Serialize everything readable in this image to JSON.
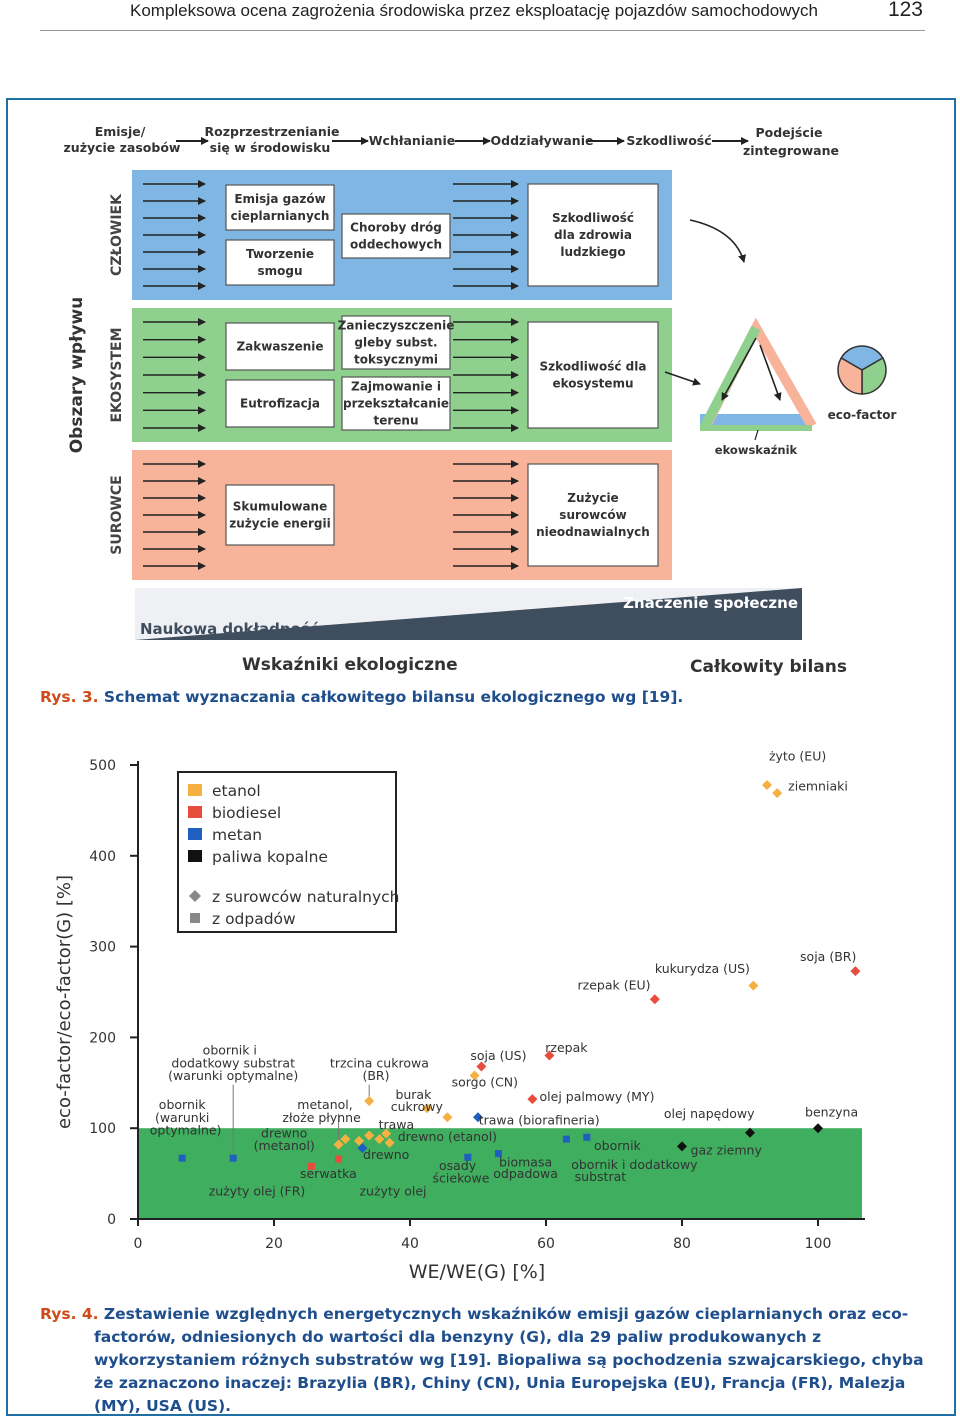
{
  "header": {
    "running_title": "Kompleksowa ocena zagrożenia środowiska przez eksploatację pojazdów samochodowych",
    "page_number": "123"
  },
  "figure3": {
    "flow": [
      "Emisje/",
      "zużycie zasobów",
      "Rozprzestrzenianie",
      "się w środowisku",
      "Wchłanianie",
      "Oddziaływanie",
      "Szkodliwość",
      "Podejście",
      "zintegrowane"
    ],
    "axis_title": "Obszary wpływu",
    "bands": [
      {
        "name": "CZŁOWIEK",
        "color": "#7fb6e3",
        "boxes1": [
          [
            "Emisja gazów",
            "cieplarnianych"
          ],
          [
            "Tworzenie",
            "smogu"
          ]
        ],
        "boxes2": [
          [
            "Choroby dróg",
            "oddechowych"
          ]
        ],
        "result": [
          "Szkodliwość",
          "dla zdrowia",
          "ludzkiego"
        ]
      },
      {
        "name": "EKOSYSTEM",
        "color": "#8fd08f",
        "boxes1": [
          [
            "Zakwaszenie"
          ],
          [
            "Eutrofizacja"
          ]
        ],
        "boxes2": [
          [
            "Zanieczyszczenie",
            "gleby subst.",
            "toksycznymi"
          ],
          [
            "Zajmowanie i",
            "przekształcanie",
            "terenu"
          ]
        ],
        "result": [
          "Szkodliwość dla",
          "ekosystemu"
        ]
      },
      {
        "name": "SUROWCE",
        "color": "#f7b49a",
        "boxes1": [
          [
            "Skumulowane",
            "zużycie energii"
          ]
        ],
        "boxes2": [],
        "result": [
          "Zużycie",
          "surowców",
          "nieodnawialnych"
        ]
      }
    ],
    "triangle_label": "ekowskaźnik",
    "pie_label": "eco-factor",
    "pie_colors": [
      "#7fb6e3",
      "#8fd08f",
      "#f7b49a"
    ],
    "bar_left": "Naukowa dokładność",
    "bar_right": "Znaczenie społeczne",
    "bottom_left": "Wskaźniki ekologiczne",
    "bottom_right": "Całkowity bilans"
  },
  "caption3": {
    "label": "Rys. 3.",
    "text": " Schemat wyznaczania całkowitego bilansu ekologicznego wg [19]."
  },
  "chart_data": {
    "type": "scatter",
    "xlabel": "WE/WE(G) [%]",
    "ylabel": "eco-factor/eco-factor(G) [%]",
    "xlim": [
      0,
      100
    ],
    "ylim": [
      0,
      500
    ],
    "xticks": [
      "0",
      "20",
      "40",
      "60",
      "80",
      "100"
    ],
    "yticks": [
      "0",
      "100",
      "200",
      "300",
      "400",
      "500"
    ],
    "shaded_region_ymax": 100,
    "shaded_color": "#3fae5f",
    "legend": {
      "fuels": [
        {
          "label": "etanol",
          "color": "#f5b041"
        },
        {
          "label": "biodiesel",
          "color": "#e74c3c"
        },
        {
          "label": "metan",
          "color": "#1f5fbf"
        },
        {
          "label": "paliwa kopalne",
          "color": "#111111"
        }
      ],
      "origins": [
        {
          "label": "z surowców naturalnych",
          "shape": "diamond",
          "color": "#888888"
        },
        {
          "label": "z odpadów",
          "shape": "square",
          "color": "#888888"
        }
      ]
    },
    "points": [
      {
        "x": 6.5,
        "y": 67,
        "color": "#1f5fbf",
        "shape": "square"
      },
      {
        "x": 14,
        "y": 67,
        "color": "#1f5fbf",
        "shape": "square"
      },
      {
        "x": 25.5,
        "y": 58,
        "color": "#e74c3c",
        "shape": "square"
      },
      {
        "x": 29.5,
        "y": 66,
        "color": "#e74c3c",
        "shape": "square"
      },
      {
        "x": 29.5,
        "y": 82,
        "color": "#f5b041",
        "shape": "diamond"
      },
      {
        "x": 30.5,
        "y": 88,
        "color": "#f5b041",
        "shape": "diamond"
      },
      {
        "x": 32.5,
        "y": 86,
        "color": "#f5b041",
        "shape": "diamond"
      },
      {
        "x": 33,
        "y": 78,
        "color": "#1f5fbf",
        "shape": "diamond"
      },
      {
        "x": 34,
        "y": 92,
        "color": "#f5b041",
        "shape": "diamond"
      },
      {
        "x": 34,
        "y": 130,
        "color": "#f5b041",
        "shape": "diamond"
      },
      {
        "x": 35.5,
        "y": 88,
        "color": "#f5b041",
        "shape": "diamond"
      },
      {
        "x": 36.5,
        "y": 94,
        "color": "#f5b041",
        "shape": "diamond"
      },
      {
        "x": 37,
        "y": 84,
        "color": "#f5b041",
        "shape": "diamond"
      },
      {
        "x": 42.5,
        "y": 122,
        "color": "#f5b041",
        "shape": "diamond"
      },
      {
        "x": 45.5,
        "y": 112,
        "color": "#f5b041",
        "shape": "diamond"
      },
      {
        "x": 48.5,
        "y": 68,
        "color": "#1f5fbf",
        "shape": "square"
      },
      {
        "x": 49.5,
        "y": 158,
        "color": "#f5b041",
        "shape": "diamond"
      },
      {
        "x": 50,
        "y": 112,
        "color": "#1f5fbf",
        "shape": "diamond"
      },
      {
        "x": 50.5,
        "y": 168,
        "color": "#e74c3c",
        "shape": "diamond"
      },
      {
        "x": 53,
        "y": 72,
        "color": "#1f5fbf",
        "shape": "square"
      },
      {
        "x": 58,
        "y": 132,
        "color": "#e74c3c",
        "shape": "diamond"
      },
      {
        "x": 60.5,
        "y": 180,
        "color": "#e74c3c",
        "shape": "diamond"
      },
      {
        "x": 63,
        "y": 88,
        "color": "#1f5fbf",
        "shape": "square"
      },
      {
        "x": 66,
        "y": 90,
        "color": "#1f5fbf",
        "shape": "square"
      },
      {
        "x": 76,
        "y": 242,
        "color": "#e74c3c",
        "shape": "diamond"
      },
      {
        "x": 80,
        "y": 80,
        "color": "#111111",
        "shape": "diamond"
      },
      {
        "x": 90,
        "y": 95,
        "color": "#111111",
        "shape": "diamond"
      },
      {
        "x": 90.5,
        "y": 257,
        "color": "#f5b041",
        "shape": "diamond"
      },
      {
        "x": 92.5,
        "y": 478,
        "color": "#f5b041",
        "shape": "diamond"
      },
      {
        "x": 94,
        "y": 469,
        "color": "#f5b041",
        "shape": "diamond"
      },
      {
        "x": 100,
        "y": 100,
        "color": "#111111",
        "shape": "diamond"
      },
      {
        "x": 105.5,
        "y": 273,
        "color": "#e74c3c",
        "shape": "diamond"
      }
    ],
    "annotations": [
      {
        "text": "żyto (EU)",
        "x": 97,
        "y": 505
      },
      {
        "text": "ziemniaki",
        "x": 100,
        "y": 472
      },
      {
        "text": "kukurydza (US)",
        "x": 83,
        "y": 271
      },
      {
        "text": "soja (BR)",
        "x": 101.5,
        "y": 284
      },
      {
        "text": "rzepak (EU)",
        "x": 70,
        "y": 253
      },
      {
        "text": "obornik i",
        "x": 13.5,
        "y": 181
      },
      {
        "text": "dodatkowy substrat",
        "x": 14,
        "y": 167
      },
      {
        "text": "(warunki optymalne)",
        "x": 14,
        "y": 153
      },
      {
        "text": "trzcina cukrowa",
        "x": 35.5,
        "y": 167
      },
      {
        "text": "(BR)",
        "x": 35,
        "y": 153
      },
      {
        "text": "soja (US)",
        "x": 53,
        "y": 175
      },
      {
        "text": "rzepak",
        "x": 63,
        "y": 184
      },
      {
        "text": "sorgo (CN)",
        "x": 51,
        "y": 146
      },
      {
        "text": "burak",
        "x": 40.5,
        "y": 132
      },
      {
        "text": "cukrowy",
        "x": 41,
        "y": 119
      },
      {
        "text": "olej palmowy (MY)",
        "x": 67.5,
        "y": 130
      },
      {
        "text": "obornik",
        "x": 6.5,
        "y": 121
      },
      {
        "text": "(warunki",
        "x": 6.5,
        "y": 107
      },
      {
        "text": "optymalne)",
        "x": 7,
        "y": 93
      },
      {
        "text": "metanol,",
        "x": 27.5,
        "y": 121
      },
      {
        "text": "złoże płynne",
        "x": 27,
        "y": 107
      },
      {
        "text": "trawa (biorafineria)",
        "x": 59,
        "y": 104
      },
      {
        "text": "olej napędowy",
        "x": 84,
        "y": 111
      },
      {
        "text": "benzyna",
        "x": 102,
        "y": 113
      },
      {
        "text": "drewno",
        "x": 21.5,
        "y": 90
      },
      {
        "text": "(metanol)",
        "x": 21.5,
        "y": 76
      },
      {
        "text": "trawa",
        "x": 38,
        "y": 99
      },
      {
        "text": "drewno (etanol)",
        "x": 45.5,
        "y": 86
      },
      {
        "text": "drewno",
        "x": 36.5,
        "y": 66
      },
      {
        "text": "obornik",
        "x": 70.5,
        "y": 76
      },
      {
        "text": "gaz ziemny",
        "x": 86.5,
        "y": 71
      },
      {
        "text": "osady",
        "x": 47,
        "y": 54
      },
      {
        "text": "ściekowe",
        "x": 47.5,
        "y": 40
      },
      {
        "text": "biomasa",
        "x": 57,
        "y": 58
      },
      {
        "text": "odpadowa",
        "x": 57,
        "y": 45
      },
      {
        "text": "obornik i dodatkowy",
        "x": 73,
        "y": 55
      },
      {
        "text": "substrat",
        "x": 68,
        "y": 42
      },
      {
        "text": "serwatka",
        "x": 28,
        "y": 45
      },
      {
        "text": "zużyty olej (FR)",
        "x": 17.5,
        "y": 26
      },
      {
        "text": "zużyty olej",
        "x": 37.5,
        "y": 26
      }
    ]
  },
  "caption4": {
    "label": "Rys. 4.",
    "text": " Zestawienie względnych energetycznych wskaźników emisji gazów cieplarnianych oraz eco-factorów, odniesionych do wartości dla benzyny (G), dla 29 paliw produkowanych z wykorzystaniem różnych substratów wg [19]. Biopaliwa są pochodzenia szwajcarskiego, chyba że zaznaczono inaczej: Brazylia (BR), Chiny (CN), Unia Europejska (EU), Francja (FR), Malezja (MY), USA (US)."
  }
}
